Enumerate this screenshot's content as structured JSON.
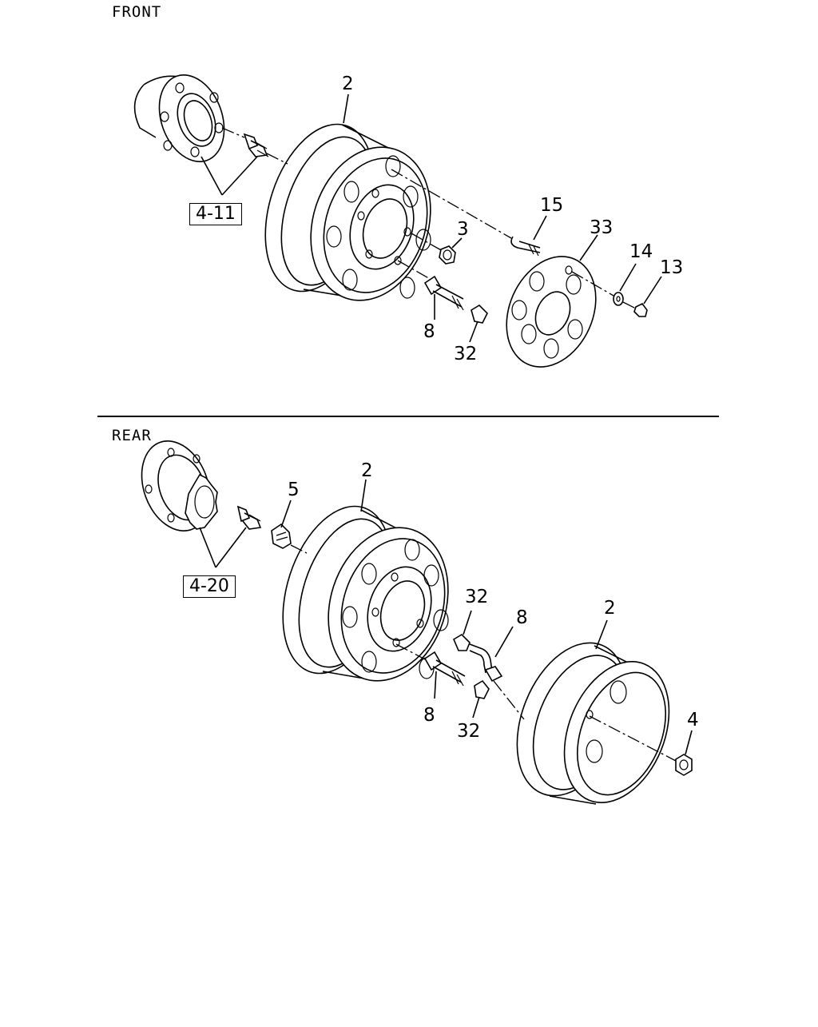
{
  "sections": {
    "front": {
      "label": "FRONT",
      "reference": "4-11",
      "callouts": {
        "wheel": "2",
        "nut": "3",
        "stud": "15",
        "plate": "33",
        "washer": "14",
        "nut_small": "13",
        "valve": "8",
        "cap": "32"
      }
    },
    "rear": {
      "label": "REAR",
      "reference": "4-20",
      "callouts": {
        "spacer": "5",
        "inner_wheel": "2",
        "cap_upper": "32",
        "valve_extension": "8",
        "outer_wheel": "2",
        "valve": "8",
        "cap": "32",
        "nut": "4"
      }
    }
  }
}
